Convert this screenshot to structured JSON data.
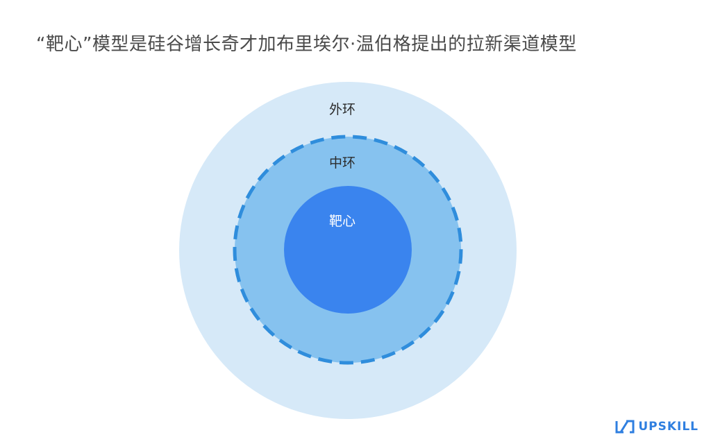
{
  "title": "“靶心”模型是硅谷增长奇才加布里埃尔·温伯格提出的拉新渠道模型",
  "rings": {
    "outer": {
      "label": "外环",
      "fill": "#d6e9f8"
    },
    "middle": {
      "label": "中环",
      "fill": "#86c2ef",
      "border": "#2f8ddc"
    },
    "inner": {
      "label": "靶心",
      "fill": "#3a84ee"
    }
  },
  "label_colors": {
    "dark": "#2b2b2b",
    "light": "#ffffff"
  },
  "logo": {
    "text": "UPSKILL",
    "color": "#2f7fe0"
  }
}
